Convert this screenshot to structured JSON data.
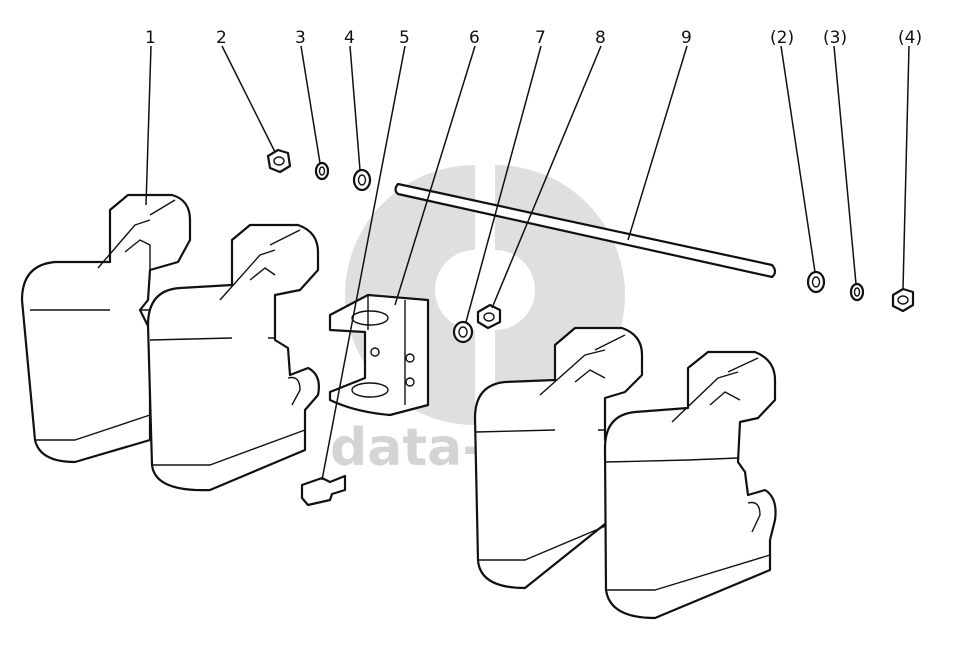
{
  "diagram": {
    "callouts": [
      "1",
      "2",
      "3",
      "4",
      "5",
      "6",
      "7",
      "8",
      "9",
      "(2)",
      "(3)",
      "(4)"
    ]
  },
  "watermark": {
    "text": "data-parts",
    "color": "#cfcfcf"
  }
}
